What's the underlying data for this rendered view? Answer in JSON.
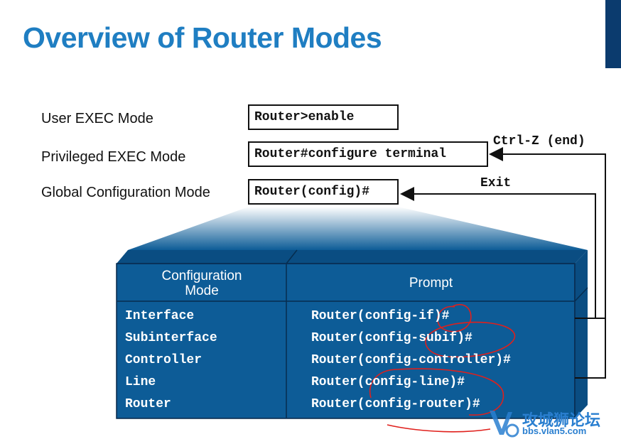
{
  "title": "Overview of Router Modes",
  "modes": {
    "user_exec": "User EXEC Mode",
    "privileged_exec": "Privileged EXEC Mode",
    "global_config": "Global Configuration Mode"
  },
  "commands": {
    "user": "Router>enable",
    "privileged": "Router#configure terminal",
    "global": "Router(config)#"
  },
  "arrows": {
    "ctrl_z": "Ctrl-Z (end)",
    "exit": "Exit"
  },
  "table": {
    "header_mode": "Configuration Mode",
    "header_prompt": "Prompt",
    "rows": [
      {
        "mode": "Interface",
        "prompt": "Router(config-if)#"
      },
      {
        "mode": "Subinterface",
        "prompt": "Router(config-subif)#"
      },
      {
        "mode": "Controller",
        "prompt": "Router(config-controller)#"
      },
      {
        "mode": "Line",
        "prompt": "Router(config-line)#"
      },
      {
        "mode": "Router",
        "prompt": "Router(config-router)#"
      }
    ]
  },
  "watermark": {
    "cn": "攻城狮论坛",
    "url": "bbs.vlan5.com"
  },
  "colors": {
    "title": "#1f7ec2",
    "table_bg": "#0d5c97",
    "annotation": "#e0201c"
  }
}
